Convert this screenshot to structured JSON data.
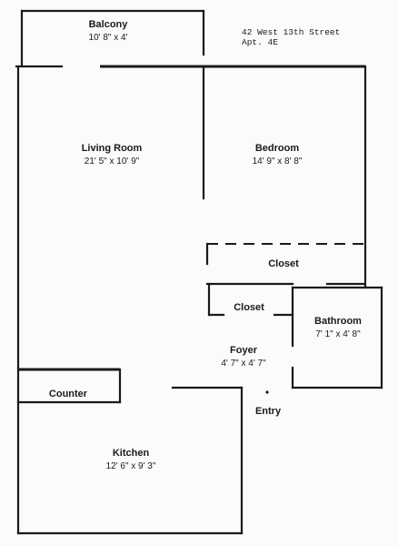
{
  "address": {
    "street": "42 West 13th Street",
    "apt": "Apt. 4E"
  },
  "rooms": {
    "balcony": {
      "name": "Balcony",
      "dims": "10' 8\" x 4'"
    },
    "living_room": {
      "name": "Living Room",
      "dims": "21' 5\" x 10' 9\""
    },
    "bedroom": {
      "name": "Bedroom",
      "dims": "14' 9\" x 8' 8\""
    },
    "closet_1": {
      "name": "Closet"
    },
    "closet_2": {
      "name": "Closet"
    },
    "bathroom": {
      "name": "Bathroom",
      "dims": "7' 1\" x 4' 8\""
    },
    "foyer": {
      "name": "Foyer",
      "dims": "4' 7\" x 4' 7\""
    },
    "counter": {
      "name": "Counter"
    },
    "entry": {
      "name": "Entry"
    },
    "kitchen": {
      "name": "Kitchen",
      "dims": "12' 6\" x 9' 3\""
    }
  }
}
